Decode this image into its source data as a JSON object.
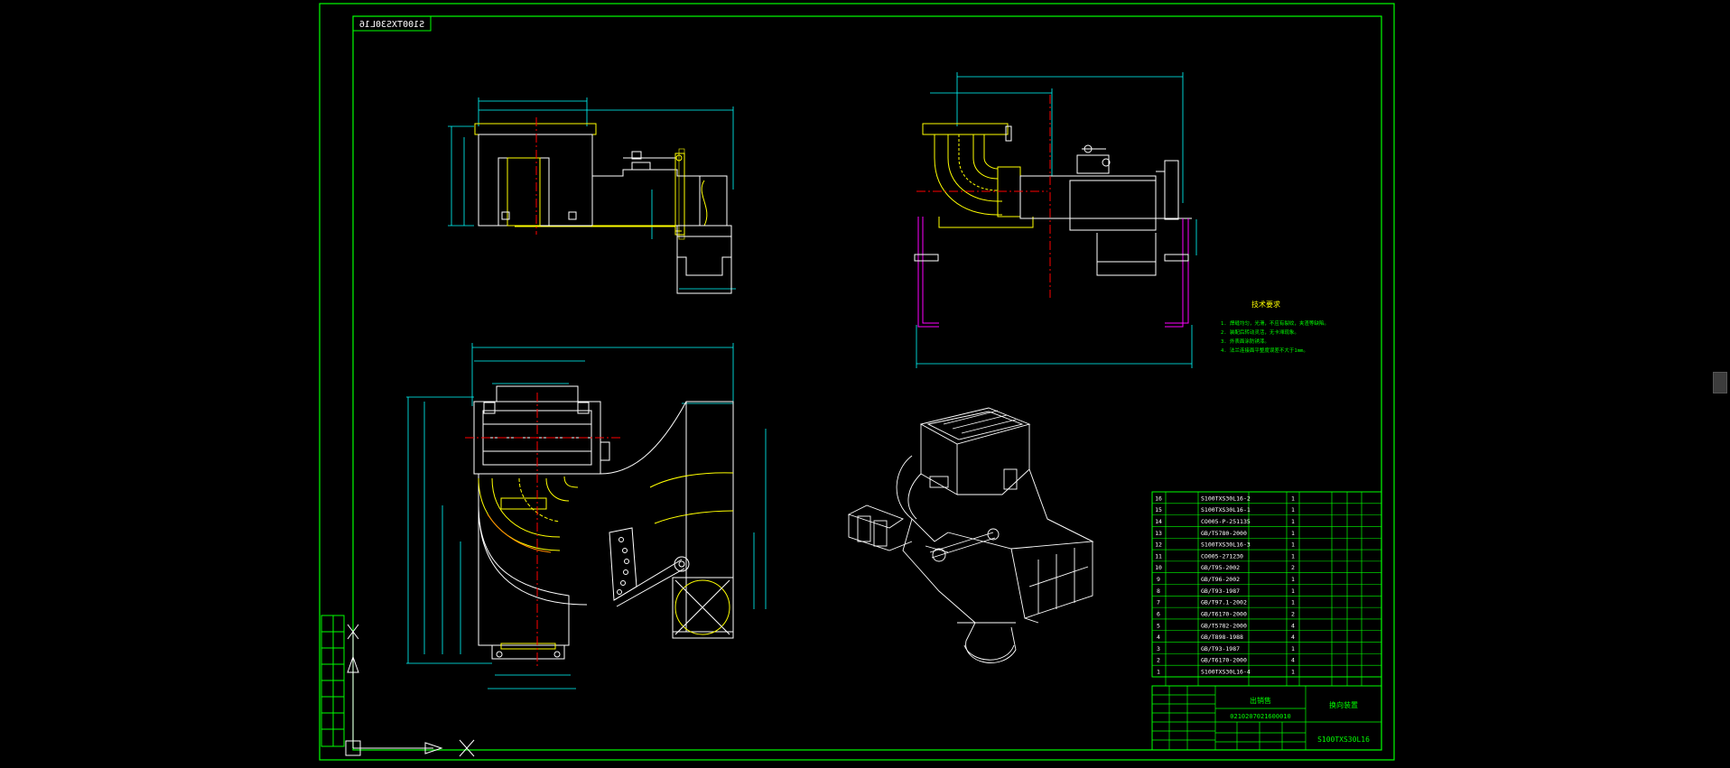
{
  "drawing": {
    "number_mirrored": "S100TXS30L16",
    "number": "S100TXS30L16",
    "title_block": {
      "name": "换向装置",
      "org": "出销售",
      "code": "0210207021600010"
    },
    "tech_requirements": {
      "heading": "技术要求",
      "items": [
        "1. 焊缝均匀，光滑，不应有裂纹，夹渣等缺陷。",
        "2. 装配后转动灵活，无卡滞现象。",
        "3. 外表面涂防锈漆。",
        "4. 法兰连接面平整度误差不大于1mm。"
      ]
    },
    "bom_rows": [
      {
        "no": "16",
        "part": "S100TXS30L16-2",
        "qty": "1"
      },
      {
        "no": "15",
        "part": "S100TXS30L16-1",
        "qty": "1"
      },
      {
        "no": "14",
        "part": "CO005-P-251135",
        "qty": "1"
      },
      {
        "no": "13",
        "part": "GB/T5780-2000",
        "qty": "1"
      },
      {
        "no": "12",
        "part": "S100TXS30L16-3",
        "qty": "1"
      },
      {
        "no": "11",
        "part": "CO005-271230",
        "qty": "1"
      },
      {
        "no": "10",
        "part": "GB/T95-2002",
        "qty": "2"
      },
      {
        "no": "9",
        "part": "GB/T96-2002",
        "qty": "1"
      },
      {
        "no": "8",
        "part": "GB/T93-1987",
        "qty": "1"
      },
      {
        "no": "7",
        "part": "GB/T97.1-2002",
        "qty": "1"
      },
      {
        "no": "6",
        "part": "GB/T6170-2000",
        "qty": "2"
      },
      {
        "no": "5",
        "part": "GB/T5782-2000",
        "qty": "4"
      },
      {
        "no": "4",
        "part": "GB/T898-1988",
        "qty": "4"
      },
      {
        "no": "3",
        "part": "GB/T93-1987",
        "qty": "1"
      },
      {
        "no": "2",
        "part": "GB/T6170-2000",
        "qty": "4"
      },
      {
        "no": "1",
        "part": "S100TXS30L16-4",
        "qty": "1"
      }
    ],
    "colors": {
      "frame": "#00ff00",
      "yellow": "#ffff00",
      "white": "#ffffff",
      "cyan": "#00ffff",
      "red": "#ff0000",
      "magenta": "#ff00ff",
      "orange": "#ff8800"
    }
  }
}
